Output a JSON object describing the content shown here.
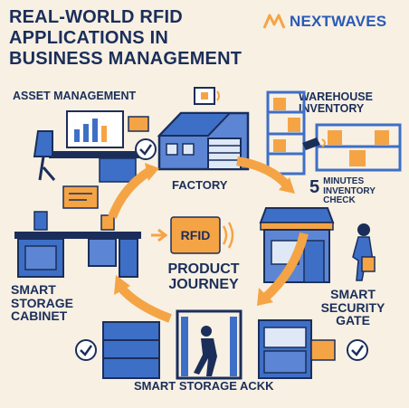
{
  "title": "REAL-WORLD RFID APPLICATIONS IN BUSINESS MANAGEMENT",
  "brand": {
    "name": "NEXTWAVES"
  },
  "labels": {
    "asset": "ASSET MANAGEMENT",
    "warehouse": "WAREHOUSE INVENTORY",
    "factory": "FACTORY",
    "five": "5",
    "five_text": "MINUTES INVENTORY CHECK",
    "journey": "PRODUCT JOURNEY",
    "cabinet": "SMART STORAGE CABINET",
    "gate": "SMART SECURITY GATE",
    "rack": "SMART STORAGE ACKK"
  },
  "rfid_tag": "RFID",
  "colors": {
    "background": "#f7f0e3",
    "navy": "#1b2e5a",
    "blue": "#3e6fc7",
    "light_blue": "#8fb2e8",
    "orange": "#f5a445",
    "brand_blue": "#2a5ab7"
  }
}
